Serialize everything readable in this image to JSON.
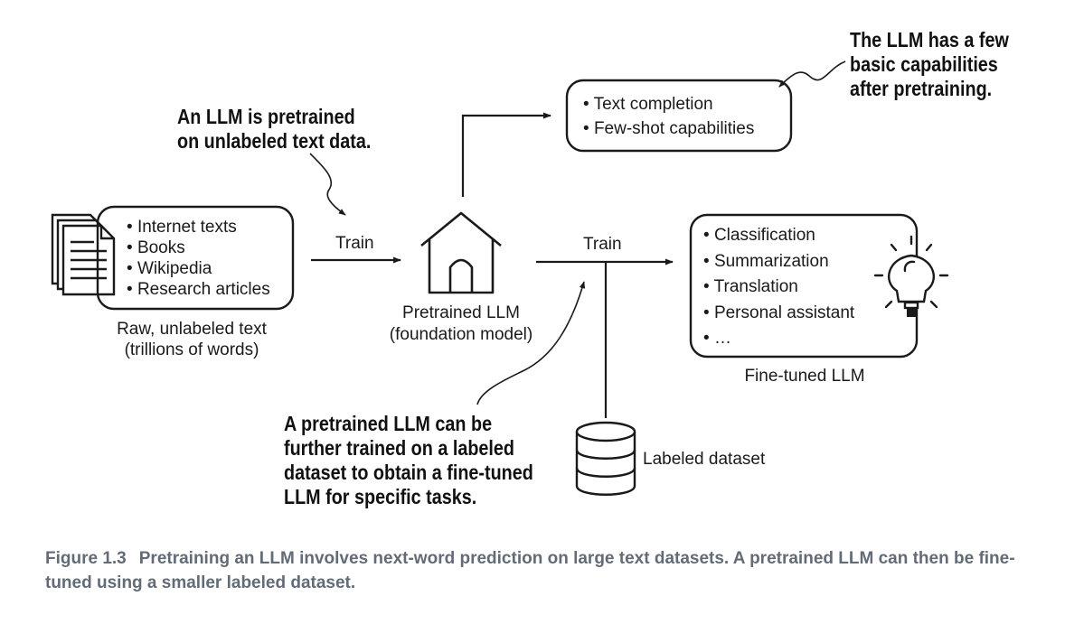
{
  "data_sources": {
    "items": [
      "Internet texts",
      "Books",
      "Wikipedia",
      "Research articles"
    ],
    "caption_line1": "Raw, unlabeled text",
    "caption_line2": "(trillions of words)"
  },
  "train_label_1": "Train",
  "pretrained": {
    "caption_line1": "Pretrained LLM",
    "caption_line2": "(foundation model)"
  },
  "capabilities": {
    "items": [
      "Text completion",
      "Few-shot capabilities"
    ]
  },
  "train_label_2": "Train",
  "finetuned": {
    "items": [
      "Classification",
      "Summarization",
      "Translation",
      "Personal assistant",
      "…"
    ],
    "caption": "Fine-tuned LLM"
  },
  "dataset": {
    "label": "Labeled dataset"
  },
  "notes": {
    "pretrain": [
      "An LLM is pretrained",
      "on unlabeled text data."
    ],
    "capabilities": [
      "The LLM has a few",
      "basic capabilities",
      "after pretraining."
    ],
    "finetune": [
      "A pretrained LLM can be",
      "further trained on a labeled",
      "dataset to obtain a fine-tuned",
      "LLM for specific tasks."
    ]
  },
  "figure_caption": {
    "number": "Figure 1.3",
    "text": "Pretraining an LLM involves next-word prediction on large text datasets. A pretrained LLM can then be fine-tuned using a smaller labeled dataset."
  }
}
